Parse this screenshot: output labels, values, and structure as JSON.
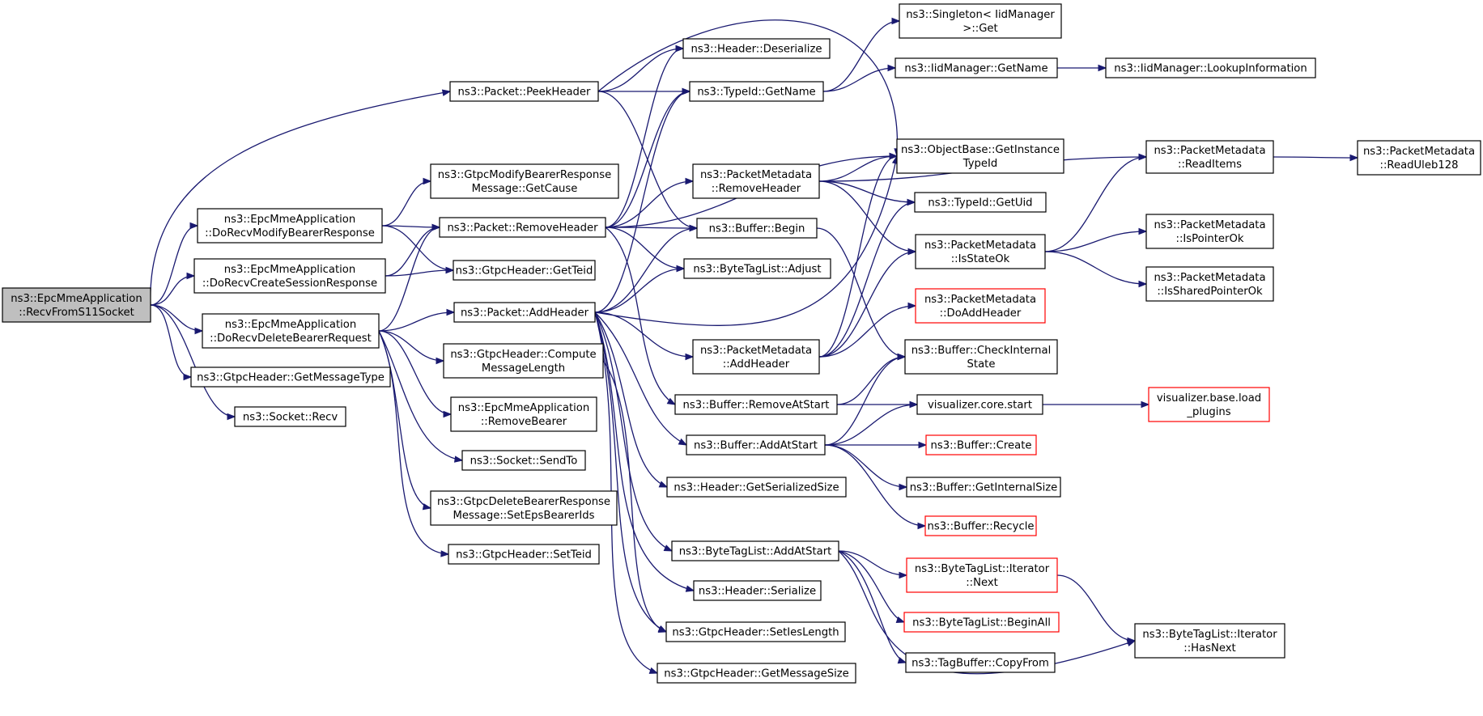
{
  "diagram": {
    "colors": {
      "edge": "#191970",
      "node_border": "#000000",
      "node_border_undocumented": "#ff0000",
      "root_fill": "#bfbfbf",
      "node_fill": "#ffffff",
      "text": "#000000"
    },
    "nodes": [
      {
        "id": "root",
        "lines": [
          "ns3::EpcMmeApplication",
          "::RecvFromS11Socket"
        ],
        "style": "root"
      },
      {
        "id": "peekHeader",
        "lines": [
          "ns3::Packet::PeekHeader"
        ]
      },
      {
        "id": "doRecvModify",
        "lines": [
          "ns3::EpcMmeApplication",
          "::DoRecvModifyBearerResponse"
        ]
      },
      {
        "id": "doRecvCreate",
        "lines": [
          "ns3::EpcMmeApplication",
          "::DoRecvCreateSessionResponse"
        ]
      },
      {
        "id": "doRecvDelete",
        "lines": [
          "ns3::EpcMmeApplication",
          "::DoRecvDeleteBearerRequest"
        ]
      },
      {
        "id": "gtpcGetMessageType",
        "lines": [
          "ns3::GtpcHeader::GetMessageType"
        ]
      },
      {
        "id": "socketRecv",
        "lines": [
          "ns3::Socket::Recv"
        ]
      },
      {
        "id": "gtpcModifyGetCause",
        "lines": [
          "ns3::GtpcModifyBearerResponse",
          "Message::GetCause"
        ]
      },
      {
        "id": "packetRemoveHeader",
        "lines": [
          "ns3::Packet::RemoveHeader"
        ]
      },
      {
        "id": "gtpcGetTeid",
        "lines": [
          "ns3::GtpcHeader::GetTeid"
        ]
      },
      {
        "id": "packetAddHeader",
        "lines": [
          "ns3::Packet::AddHeader"
        ]
      },
      {
        "id": "gtpcComputeMsgLen",
        "lines": [
          "ns3::GtpcHeader::Compute",
          "MessageLength"
        ]
      },
      {
        "id": "epcRemoveBearer",
        "lines": [
          "ns3::EpcMmeApplication",
          "::RemoveBearer"
        ]
      },
      {
        "id": "socketSendTo",
        "lines": [
          "ns3::Socket::SendTo"
        ]
      },
      {
        "id": "gtpcDeleteSetEps",
        "lines": [
          "ns3::GtpcDeleteBearerResponse",
          "Message::SetEpsBearerIds"
        ]
      },
      {
        "id": "gtpcSetTeid",
        "lines": [
          "ns3::GtpcHeader::SetTeid"
        ]
      },
      {
        "id": "headerDeserialize",
        "lines": [
          "ns3::Header::Deserialize"
        ]
      },
      {
        "id": "typeIdGetName",
        "lines": [
          "ns3::TypeId::GetName"
        ]
      },
      {
        "id": "pmRemoveHeader",
        "lines": [
          "ns3::PacketMetadata",
          "::RemoveHeader"
        ]
      },
      {
        "id": "bufferBegin",
        "lines": [
          "ns3::Buffer::Begin"
        ]
      },
      {
        "id": "btlAdjust",
        "lines": [
          "ns3::ByteTagList::Adjust"
        ]
      },
      {
        "id": "pmAddHeader",
        "lines": [
          "ns3::PacketMetadata",
          "::AddHeader"
        ]
      },
      {
        "id": "bufferRemoveAtStart",
        "lines": [
          "ns3::Buffer::RemoveAtStart"
        ]
      },
      {
        "id": "bufferAddAtStart",
        "lines": [
          "ns3::Buffer::AddAtStart"
        ]
      },
      {
        "id": "headerGetSerializedSize",
        "lines": [
          "ns3::Header::GetSerializedSize"
        ]
      },
      {
        "id": "btlAddAtStart",
        "lines": [
          "ns3::ByteTagList::AddAtStart"
        ]
      },
      {
        "id": "headerSerialize",
        "lines": [
          "ns3::Header::Serialize"
        ]
      },
      {
        "id": "gtpcSetIesLength",
        "lines": [
          "ns3::GtpcHeader::SetIesLength"
        ]
      },
      {
        "id": "gtpcGetMessageSize",
        "lines": [
          "ns3::GtpcHeader::GetMessageSize"
        ]
      },
      {
        "id": "singletonGet",
        "lines": [
          "ns3::Singleton< IidManager",
          ">::Get"
        ]
      },
      {
        "id": "iidGetName",
        "lines": [
          "ns3::IidManager::GetName"
        ]
      },
      {
        "id": "objGetInstanceTypeId",
        "lines": [
          "ns3::ObjectBase::GetInstance",
          "TypeId"
        ]
      },
      {
        "id": "typeIdGetUid",
        "lines": [
          "ns3::TypeId::GetUid"
        ]
      },
      {
        "id": "pmIsStateOk",
        "lines": [
          "ns3::PacketMetadata",
          "::IsStateOk"
        ]
      },
      {
        "id": "pmDoAddHeader",
        "lines": [
          "ns3::PacketMetadata",
          "::DoAddHeader"
        ],
        "style": "red"
      },
      {
        "id": "bufferCheckInternalState",
        "lines": [
          "ns3::Buffer::CheckInternal",
          "State"
        ]
      },
      {
        "id": "vizCoreStart",
        "lines": [
          "visualizer.core.start"
        ]
      },
      {
        "id": "bufferCreate",
        "lines": [
          "ns3::Buffer::Create"
        ],
        "style": "red"
      },
      {
        "id": "bufferGetInternalSize",
        "lines": [
          "ns3::Buffer::GetInternalSize"
        ]
      },
      {
        "id": "bufferRecycle",
        "lines": [
          "ns3::Buffer::Recycle"
        ],
        "style": "red"
      },
      {
        "id": "btlIterNext",
        "lines": [
          "ns3::ByteTagList::Iterator",
          "::Next"
        ],
        "style": "red"
      },
      {
        "id": "btlBeginAll",
        "lines": [
          "ns3::ByteTagList::BeginAll"
        ],
        "style": "red"
      },
      {
        "id": "tagBufferCopyFrom",
        "lines": [
          "ns3::TagBuffer::CopyFrom"
        ]
      },
      {
        "id": "iidLookupInformation",
        "lines": [
          "ns3::IidManager::LookupInformation"
        ]
      },
      {
        "id": "pmReadItems",
        "lines": [
          "ns3::PacketMetadata",
          "::ReadItems"
        ]
      },
      {
        "id": "pmIsPointerOk",
        "lines": [
          "ns3::PacketMetadata",
          "::IsPointerOk"
        ]
      },
      {
        "id": "pmIsSharedPointerOk",
        "lines": [
          "ns3::PacketMetadata",
          "::IsSharedPointerOk"
        ]
      },
      {
        "id": "vizBaseLoadPlugins",
        "lines": [
          "visualizer.base.load",
          "_plugins"
        ],
        "style": "red"
      },
      {
        "id": "btlIterHasNext",
        "lines": [
          "ns3::ByteTagList::Iterator",
          "::HasNext"
        ]
      },
      {
        "id": "pmReadUleb128",
        "lines": [
          "ns3::PacketMetadata",
          "::ReadUleb128"
        ]
      }
    ],
    "edges": [
      [
        "root",
        "peekHeader"
      ],
      [
        "root",
        "doRecvModify"
      ],
      [
        "root",
        "doRecvCreate"
      ],
      [
        "root",
        "doRecvDelete"
      ],
      [
        "root",
        "gtpcGetMessageType"
      ],
      [
        "root",
        "socketRecv"
      ],
      [
        "peekHeader",
        "headerDeserialize"
      ],
      [
        "peekHeader",
        "typeIdGetName"
      ],
      [
        "peekHeader",
        "objGetInstanceTypeId"
      ],
      [
        "peekHeader",
        "bufferBegin"
      ],
      [
        "doRecvModify",
        "gtpcModifyGetCause"
      ],
      [
        "doRecvModify",
        "packetRemoveHeader"
      ],
      [
        "doRecvModify",
        "gtpcGetTeid"
      ],
      [
        "doRecvCreate",
        "packetRemoveHeader"
      ],
      [
        "doRecvCreate",
        "gtpcGetTeid"
      ],
      [
        "doRecvDelete",
        "packetRemoveHeader"
      ],
      [
        "doRecvDelete",
        "packetAddHeader"
      ],
      [
        "doRecvDelete",
        "gtpcComputeMsgLen"
      ],
      [
        "doRecvDelete",
        "epcRemoveBearer"
      ],
      [
        "doRecvDelete",
        "socketSendTo"
      ],
      [
        "doRecvDelete",
        "gtpcDeleteSetEps"
      ],
      [
        "doRecvDelete",
        "gtpcSetTeid"
      ],
      [
        "packetRemoveHeader",
        "headerDeserialize"
      ],
      [
        "packetRemoveHeader",
        "typeIdGetName"
      ],
      [
        "packetRemoveHeader",
        "objGetInstanceTypeId"
      ],
      [
        "packetRemoveHeader",
        "pmRemoveHeader"
      ],
      [
        "packetRemoveHeader",
        "bufferBegin"
      ],
      [
        "packetRemoveHeader",
        "btlAdjust"
      ],
      [
        "packetRemoveHeader",
        "bufferRemoveAtStart"
      ],
      [
        "packetAddHeader",
        "typeIdGetName"
      ],
      [
        "packetAddHeader",
        "objGetInstanceTypeId"
      ],
      [
        "packetAddHeader",
        "bufferBegin"
      ],
      [
        "packetAddHeader",
        "btlAdjust"
      ],
      [
        "packetAddHeader",
        "pmAddHeader"
      ],
      [
        "packetAddHeader",
        "bufferAddAtStart"
      ],
      [
        "packetAddHeader",
        "headerGetSerializedSize"
      ],
      [
        "packetAddHeader",
        "btlAddAtStart"
      ],
      [
        "packetAddHeader",
        "headerSerialize"
      ],
      [
        "packetAddHeader",
        "gtpcSetIesLength"
      ],
      [
        "packetAddHeader",
        "gtpcGetMessageSize"
      ],
      [
        "gtpcComputeMsgLen",
        "gtpcSetIesLength"
      ],
      [
        "typeIdGetName",
        "singletonGet"
      ],
      [
        "typeIdGetName",
        "iidGetName"
      ],
      [
        "iidGetName",
        "iidLookupInformation"
      ],
      [
        "pmRemoveHeader",
        "objGetInstanceTypeId"
      ],
      [
        "pmRemoveHeader",
        "typeIdGetUid"
      ],
      [
        "pmRemoveHeader",
        "pmIsStateOk"
      ],
      [
        "pmRemoveHeader",
        "pmReadItems"
      ],
      [
        "pmAddHeader",
        "objGetInstanceTypeId"
      ],
      [
        "pmAddHeader",
        "typeIdGetUid"
      ],
      [
        "pmAddHeader",
        "pmIsStateOk"
      ],
      [
        "pmAddHeader",
        "pmDoAddHeader"
      ],
      [
        "pmIsStateOk",
        "pmReadItems"
      ],
      [
        "pmIsStateOk",
        "pmIsPointerOk"
      ],
      [
        "pmIsStateOk",
        "pmIsSharedPointerOk"
      ],
      [
        "pmReadItems",
        "pmReadUleb128"
      ],
      [
        "bufferBegin",
        "bufferCheckInternalState"
      ],
      [
        "bufferRemoveAtStart",
        "bufferCheckInternalState"
      ],
      [
        "bufferRemoveAtStart",
        "vizCoreStart"
      ],
      [
        "bufferAddAtStart",
        "bufferCheckInternalState"
      ],
      [
        "bufferAddAtStart",
        "vizCoreStart"
      ],
      [
        "bufferAddAtStart",
        "bufferCreate"
      ],
      [
        "bufferAddAtStart",
        "bufferGetInternalSize"
      ],
      [
        "bufferAddAtStart",
        "bufferRecycle"
      ],
      [
        "vizCoreStart",
        "vizBaseLoadPlugins"
      ],
      [
        "btlAddAtStart",
        "btlIterNext"
      ],
      [
        "btlAddAtStart",
        "btlBeginAll"
      ],
      [
        "btlAddAtStart",
        "tagBufferCopyFrom"
      ],
      [
        "btlAddAtStart",
        "btlIterHasNext"
      ],
      [
        "btlIterNext",
        "btlIterHasNext"
      ]
    ]
  }
}
